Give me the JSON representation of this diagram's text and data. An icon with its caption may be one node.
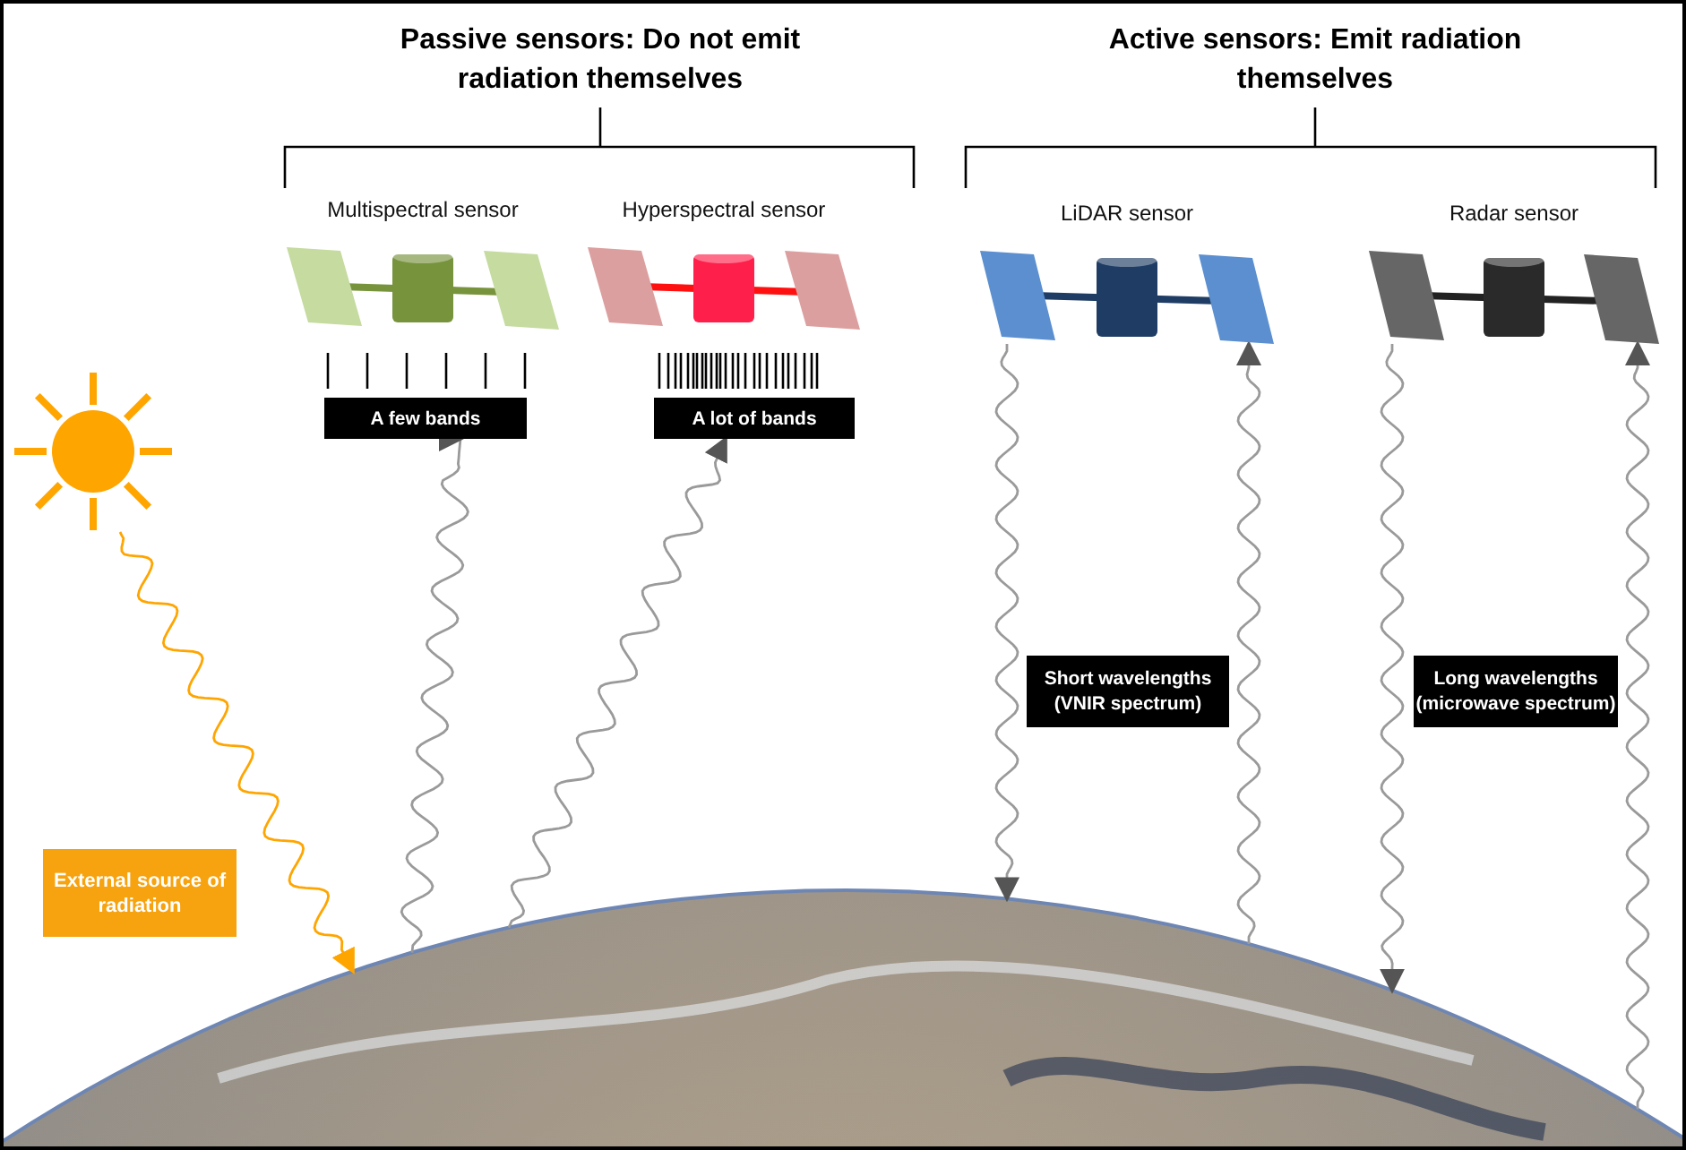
{
  "diagram": {
    "nodes": [
      {
        "text": [],
        "shape": "picture"
      },
      {
        "text": [
          "External source of radiation"
        ]
      },
      {
        "text": [
          "Multispectral sensor"
        ]
      },
      {
        "text": [
          "A few bands"
        ]
      },
      {
        "text": [
          "Hyperspectral sensor"
        ]
      },
      {
        "text": [
          "A lot of bands"
        ]
      },
      {
        "text": [
          "LiDAR sensor"
        ]
      },
      {
        "text": [
          "Short wavelengths (VNIR spectrum)"
        ]
      },
      {
        "text": [
          "Radar sensor"
        ]
      },
      {
        "text": [
          "Long wavelengths (microwave spectrum)"
        ]
      },
      {
        "text": [],
        "shape": "picture"
      }
    ],
    "edges": [
      {
        "from": 0,
        "to": 10,
        "arrow": "to",
        "color": "#ffa500"
      },
      {
        "from": 10,
        "to": 3,
        "arrow": "to"
      },
      {
        "from": 10,
        "to": 5,
        "arrow": "to"
      },
      {
        "from": 6,
        "to": 10,
        "arrow": "to"
      },
      {
        "from": 10,
        "to": 6,
        "arrow": "to"
      },
      {
        "from": 8,
        "to": 10,
        "arrow": "to"
      },
      {
        "from": 10,
        "to": 8,
        "arrow": "to"
      }
    ],
    "labels": [
      "Passive sensors: Do not emit radiation themselves",
      "Active sensors: Emit radiation themselves"
    ]
  }
}
